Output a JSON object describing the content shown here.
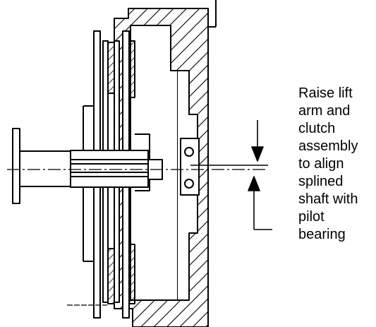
{
  "colors": {
    "ink": "#000000",
    "paper": "#ffffff"
  },
  "annotation": {
    "lines": [
      "Raise lift",
      "arm and",
      "clutch",
      "assembly",
      "to align",
      "splined",
      "shaft with",
      "pilot",
      "bearing"
    ]
  }
}
